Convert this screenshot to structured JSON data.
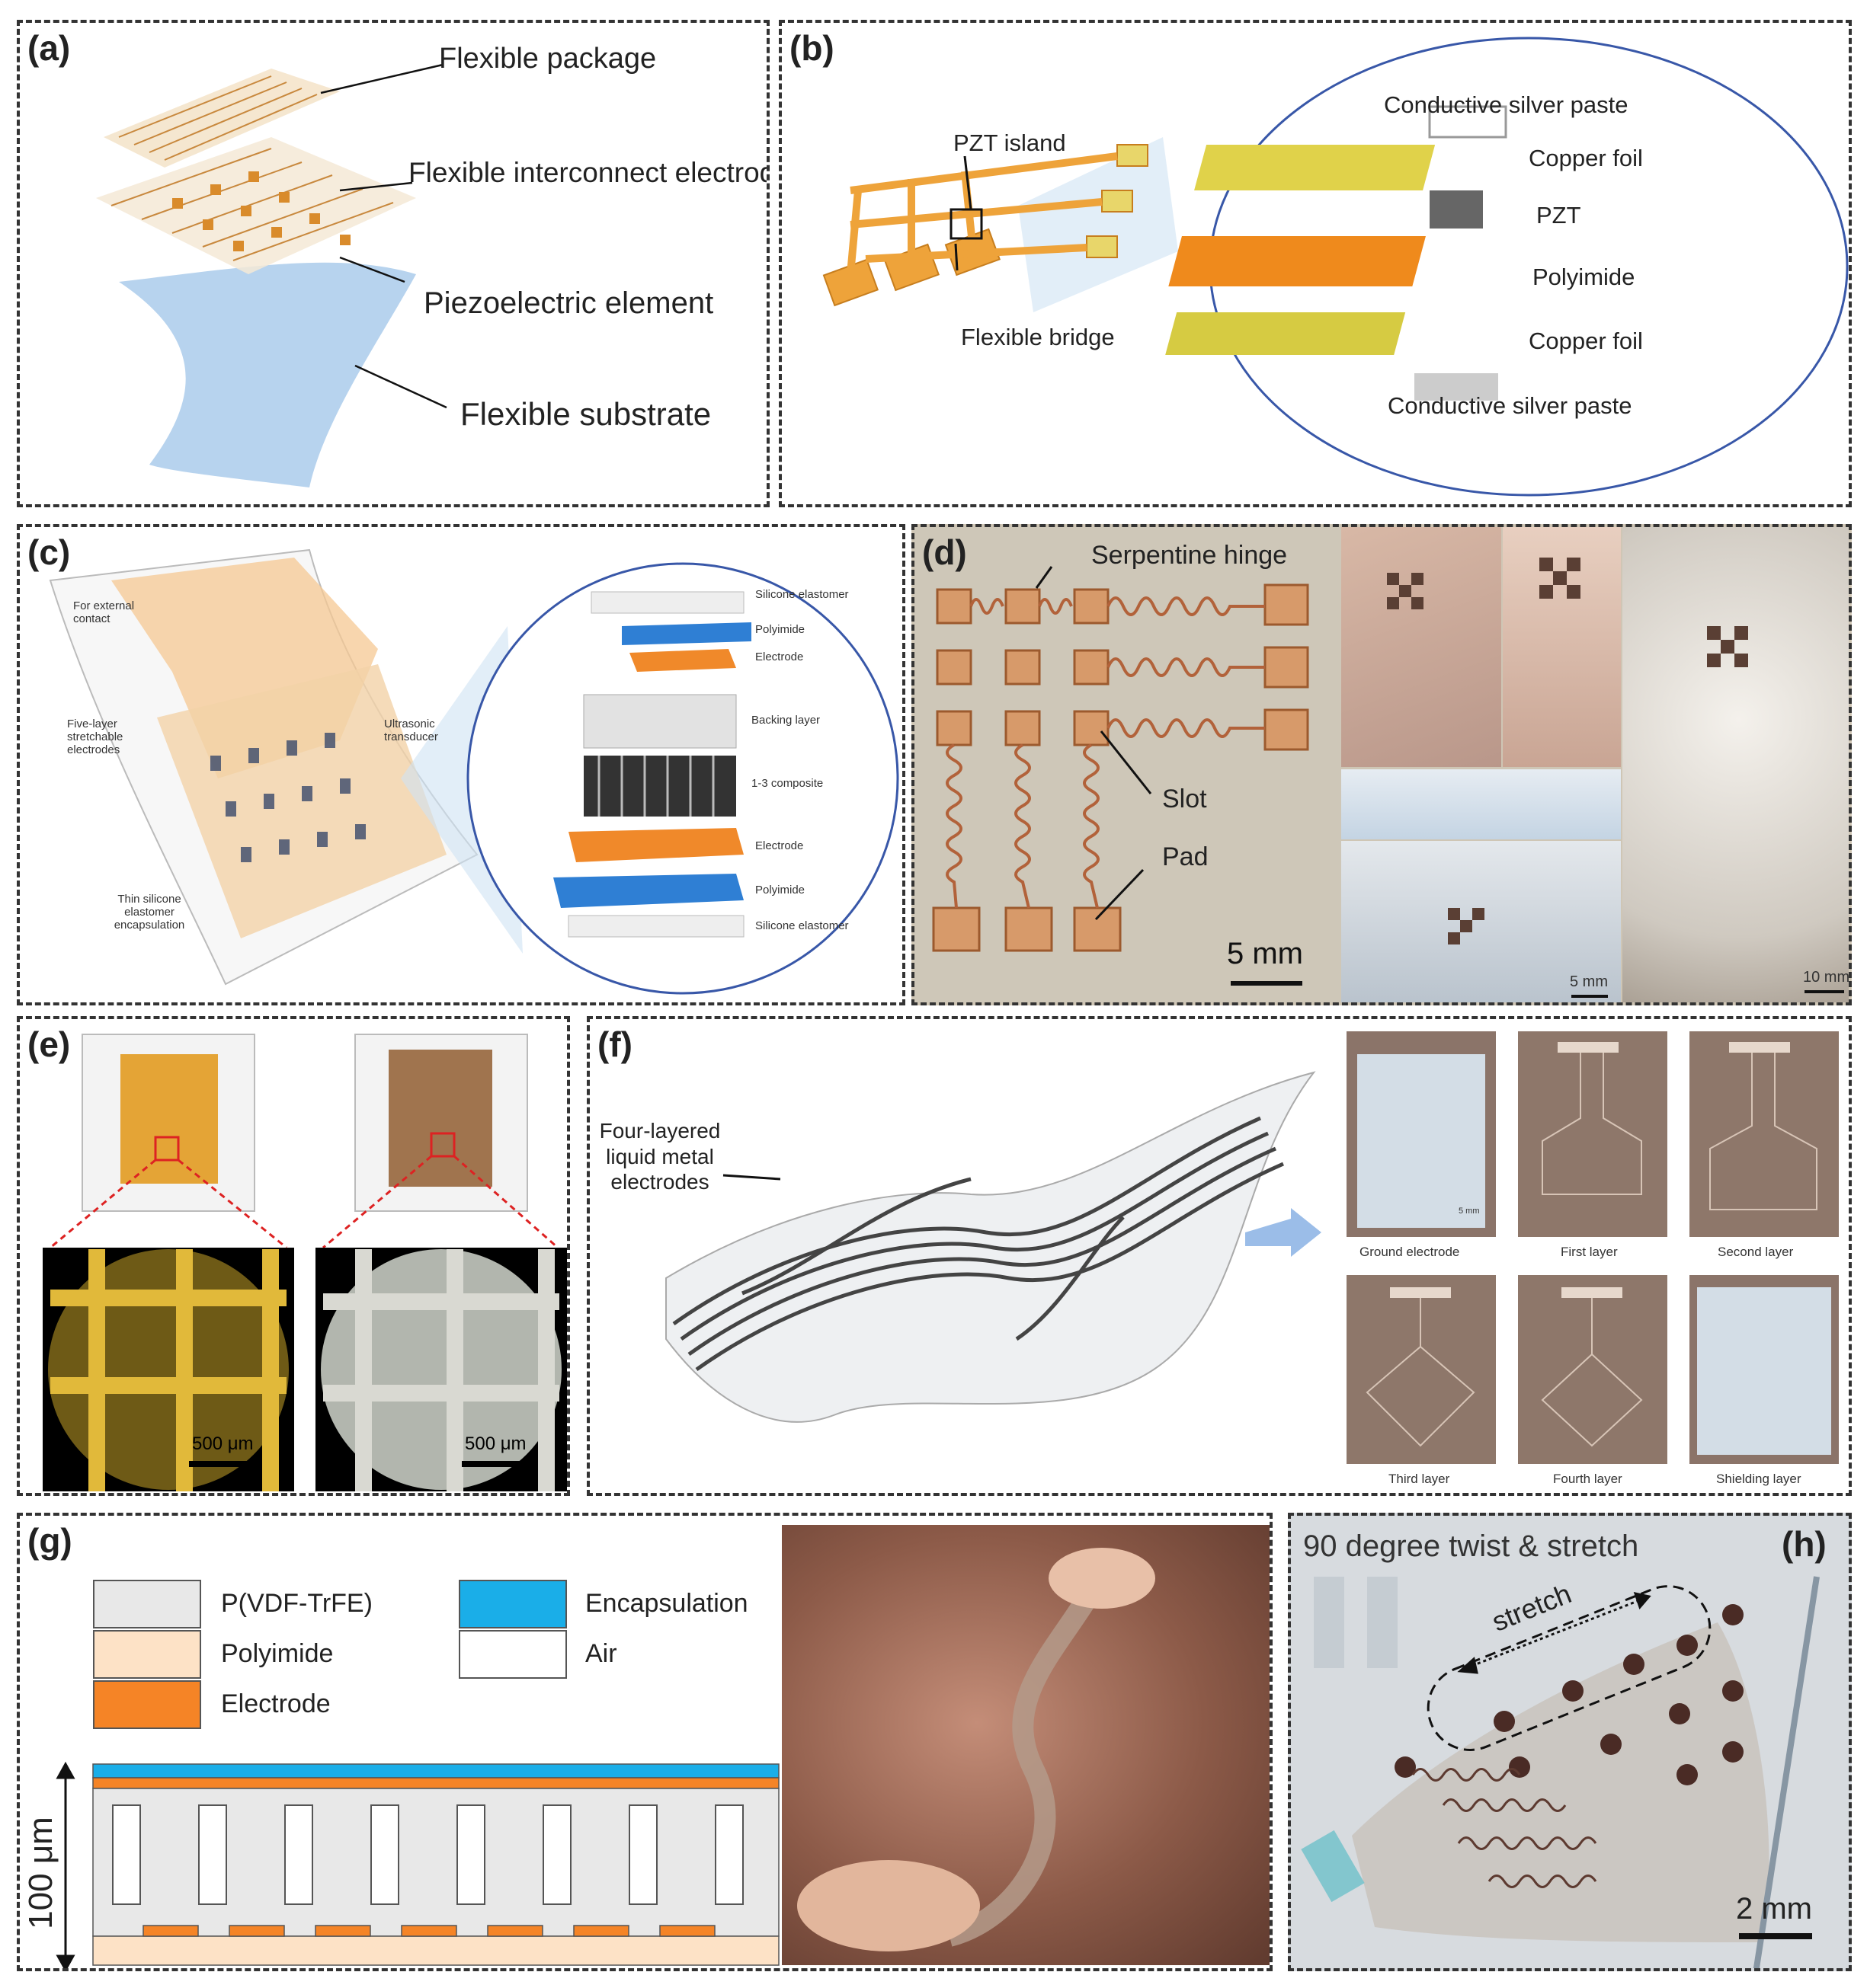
{
  "panels": {
    "a": {
      "label": "(a)",
      "labels": [
        "Flexible package",
        "Flexible interconnect electrode",
        "Piezoelectric element",
        "Flexible substrate"
      ]
    },
    "b": {
      "label": "(b)",
      "left_labels": [
        "PZT island",
        "Flexible bridge"
      ],
      "layers": [
        "Conductive silver paste",
        "Copper foil",
        "PZT",
        "Polyimide",
        "Copper foil",
        "Conductive silver paste"
      ]
    },
    "c": {
      "label": "(c)",
      "left_labels": [
        "For external contact",
        "Five-layer stretchable electrodes",
        "Ultrasonic transducer",
        "Thin silicone elastomer encapsulation"
      ],
      "layers": [
        "Silicone elastomer",
        "Polyimide",
        "Electrode",
        "Backing layer",
        "1-3 composite",
        "Electrode",
        "Polyimide",
        "Silicone elastomer"
      ]
    },
    "d": {
      "label": "(d)",
      "labels": [
        "Serpentine hinge",
        "Slot",
        "Pad"
      ],
      "scale_main": "5 mm",
      "scale_small": "5 mm",
      "scale_skull": "10 mm"
    },
    "e": {
      "label": "(e)",
      "scale_left": "500 μm",
      "scale_right": "500 μm"
    },
    "f": {
      "label": "(f)",
      "main_label": "Four-layered liquid metal electrodes",
      "layer_captions": [
        "Ground electrode",
        "First layer",
        "Second layer",
        "Third layer",
        "Fourth layer",
        "Shielding layer"
      ],
      "tile_scale": "5 mm"
    },
    "g": {
      "label": "(g)",
      "legend": [
        {
          "name": "P(VDF-TrFE)",
          "color": "#e8e8e8"
        },
        {
          "name": "Polyimide",
          "color": "#fde2c6"
        },
        {
          "name": "Electrode",
          "color": "#f58426"
        },
        {
          "name": "Encapsulation",
          "color": "#1aaee8"
        },
        {
          "name": "Air",
          "color": "#ffffff"
        }
      ],
      "axis_label": "100 μm"
    },
    "h": {
      "label": "(h)",
      "title": "90 degree twist & stretch",
      "stretch": "stretch",
      "scale": "2 mm"
    }
  }
}
